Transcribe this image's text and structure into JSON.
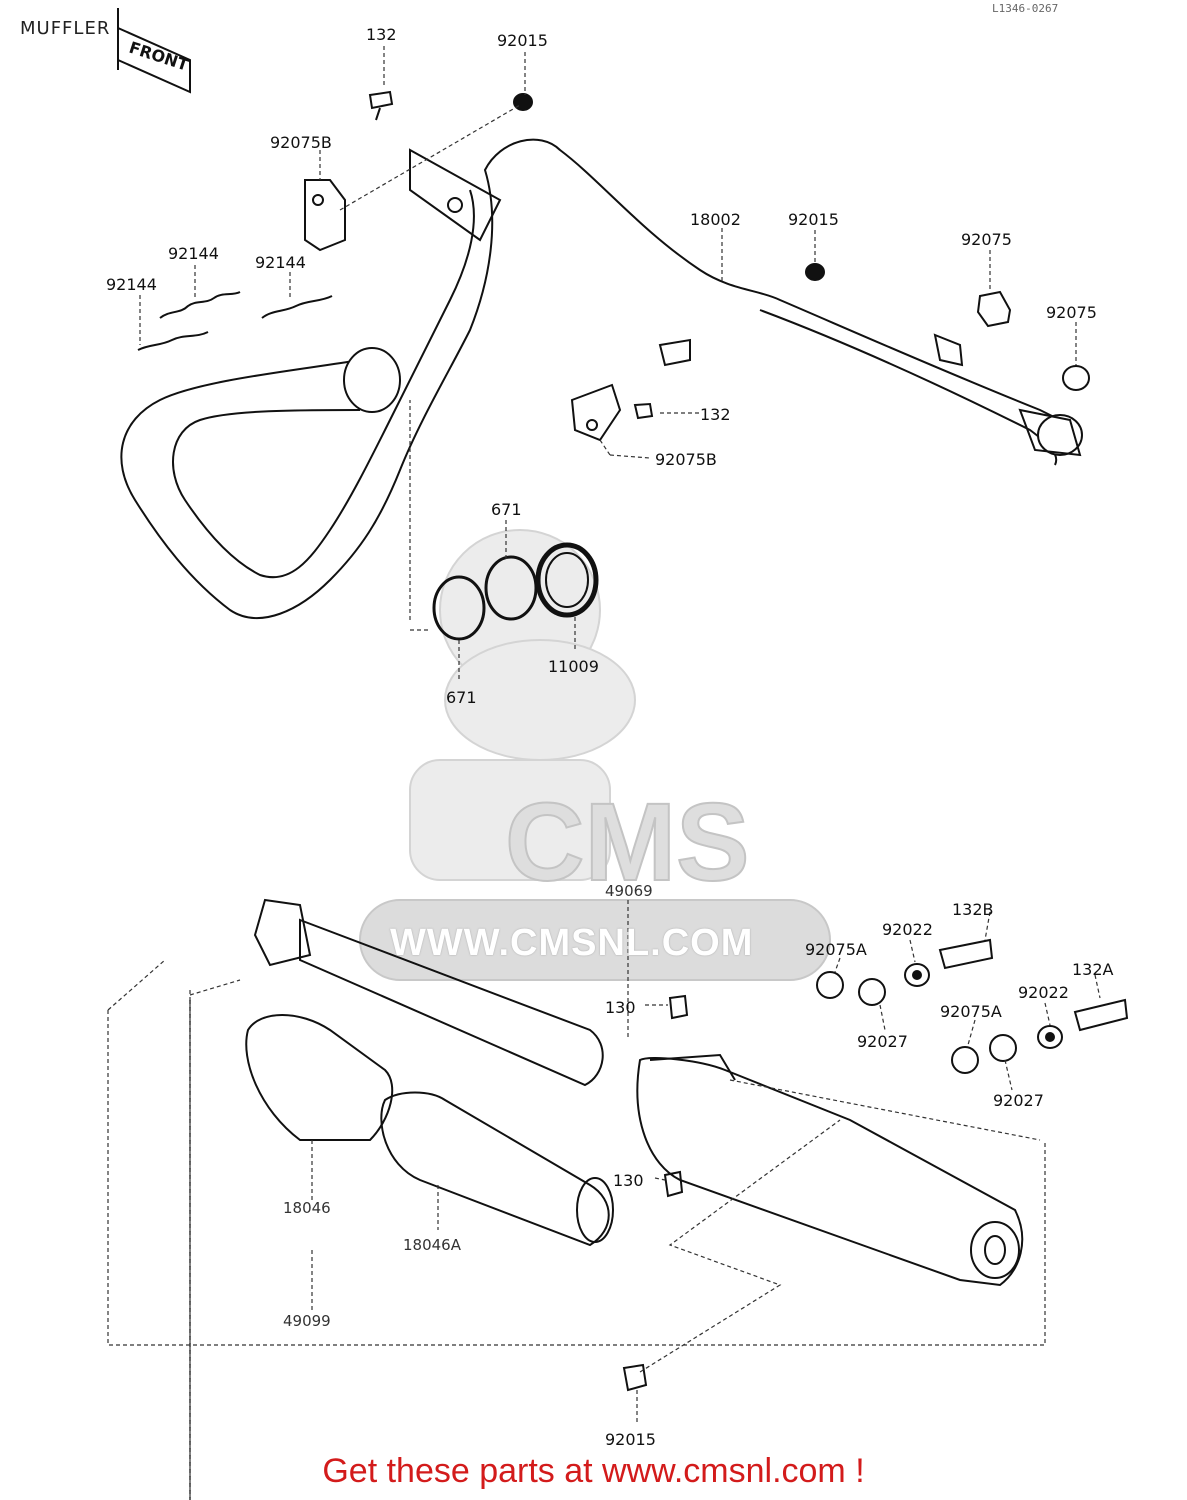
{
  "header": {
    "title": "MUFFLER",
    "diagram_code": "L1346-0267"
  },
  "front_marker": {
    "label": "FRONT"
  },
  "watermark": {
    "logo_text": "CMS",
    "site_text": "WWW.CMSNL.COM",
    "color": "#d8d8d8"
  },
  "callouts": {
    "c132_top": "132",
    "c92015_top": "92015",
    "c92075B_top": "92075B",
    "c92144_a": "92144",
    "c92144_b": "92144",
    "c92144_c": "92144",
    "c18002": "18002",
    "c92015_mid": "92015",
    "c92075_a": "92075",
    "c92075_b": "92075",
    "c132_mid": "132",
    "c92075B_mid": "92075B",
    "c671_top": "671",
    "c671_bottom": "671",
    "c11009": "11009",
    "c49069": "49069",
    "c132B": "132B",
    "c92022_a": "92022",
    "c92075A_a": "92075A",
    "c132A": "132A",
    "c92022_b": "92022",
    "c92075A_b": "92075A",
    "c130_a": "130",
    "c92027_a": "92027",
    "c92027_b": "92027",
    "c130_b": "130",
    "c18046": "18046",
    "c18046A": "18046A",
    "c49099": "49099",
    "c92015_bottom": "92015"
  },
  "footer": {
    "text": "Get these parts at www.cmsnl.com !",
    "color": "#d31b1b"
  }
}
